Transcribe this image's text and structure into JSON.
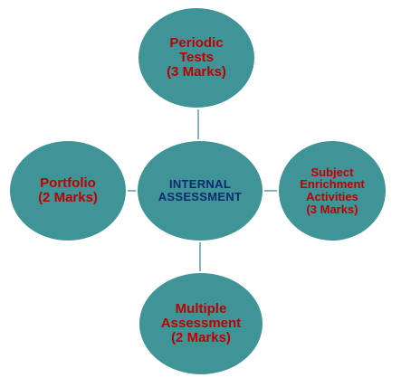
{
  "colors": {
    "node_fill": "#3e9497",
    "node_stroke": "#ffffff",
    "connector": "#5e9ea0",
    "outer_text": "#c00000",
    "center_text": "#0d2a6e"
  },
  "center": {
    "line1": "INTERNAL",
    "line2": "ASSESSMENT"
  },
  "nodes": {
    "top": {
      "label": "Periodic\nTests\n(3 Marks)"
    },
    "left": {
      "label": "Portfolio\n(2 Marks)"
    },
    "right": {
      "label": "Subject\nEnrichment\nActivities\n(3 Marks)"
    },
    "bottom": {
      "label": "Multiple\nAssessment\n(2 Marks)"
    }
  }
}
